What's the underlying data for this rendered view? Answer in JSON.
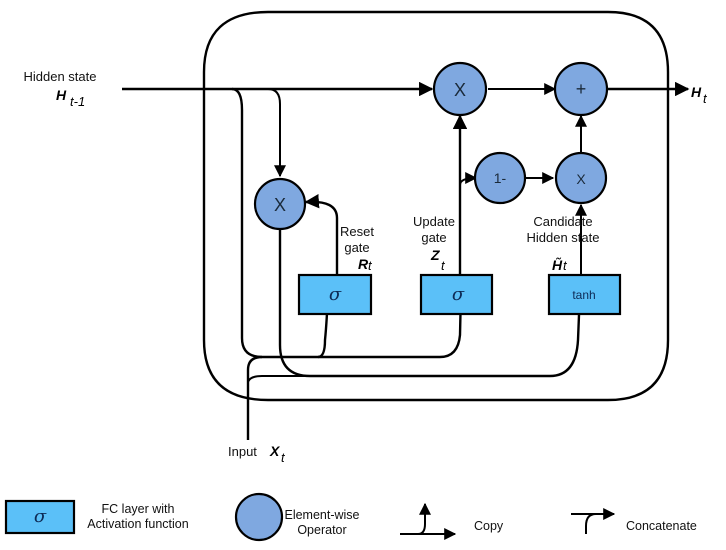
{
  "inputs": {
    "hidden_state_label": "Hidden state",
    "hidden_state_var": "H",
    "hidden_state_sub": "t-1",
    "input_label": "Input",
    "input_var": "X",
    "input_sub": "t"
  },
  "output": {
    "var": "H",
    "sub": "t"
  },
  "operators": {
    "reset_multiply": "X",
    "update_multiply": "X",
    "add": "+",
    "one_minus": "1-",
    "candidate_multiply": "X"
  },
  "gates": {
    "reset": {
      "line1": "Reset",
      "line2": "gate",
      "var": "R",
      "sub": "t",
      "activation": "σ"
    },
    "update": {
      "line1": "Update",
      "line2": "gate",
      "var": "Z",
      "sub": "t",
      "activation": "σ"
    },
    "candidate": {
      "line1": "Candidate",
      "line2": "Hidden state",
      "var": "H̃",
      "sub": "t",
      "activation": "tanh"
    }
  },
  "legend": {
    "fc_symbol": "σ",
    "fc_line1": "FC layer with",
    "fc_line2": "Activation function",
    "op_line1": "Element-wise",
    "op_line2": "Operator",
    "copy": "Copy",
    "concatenate": "Concatenate"
  },
  "colors": {
    "operator_fill": "#7fa8e0",
    "fc_fill": "#5bc0f8",
    "stroke": "#000000"
  }
}
